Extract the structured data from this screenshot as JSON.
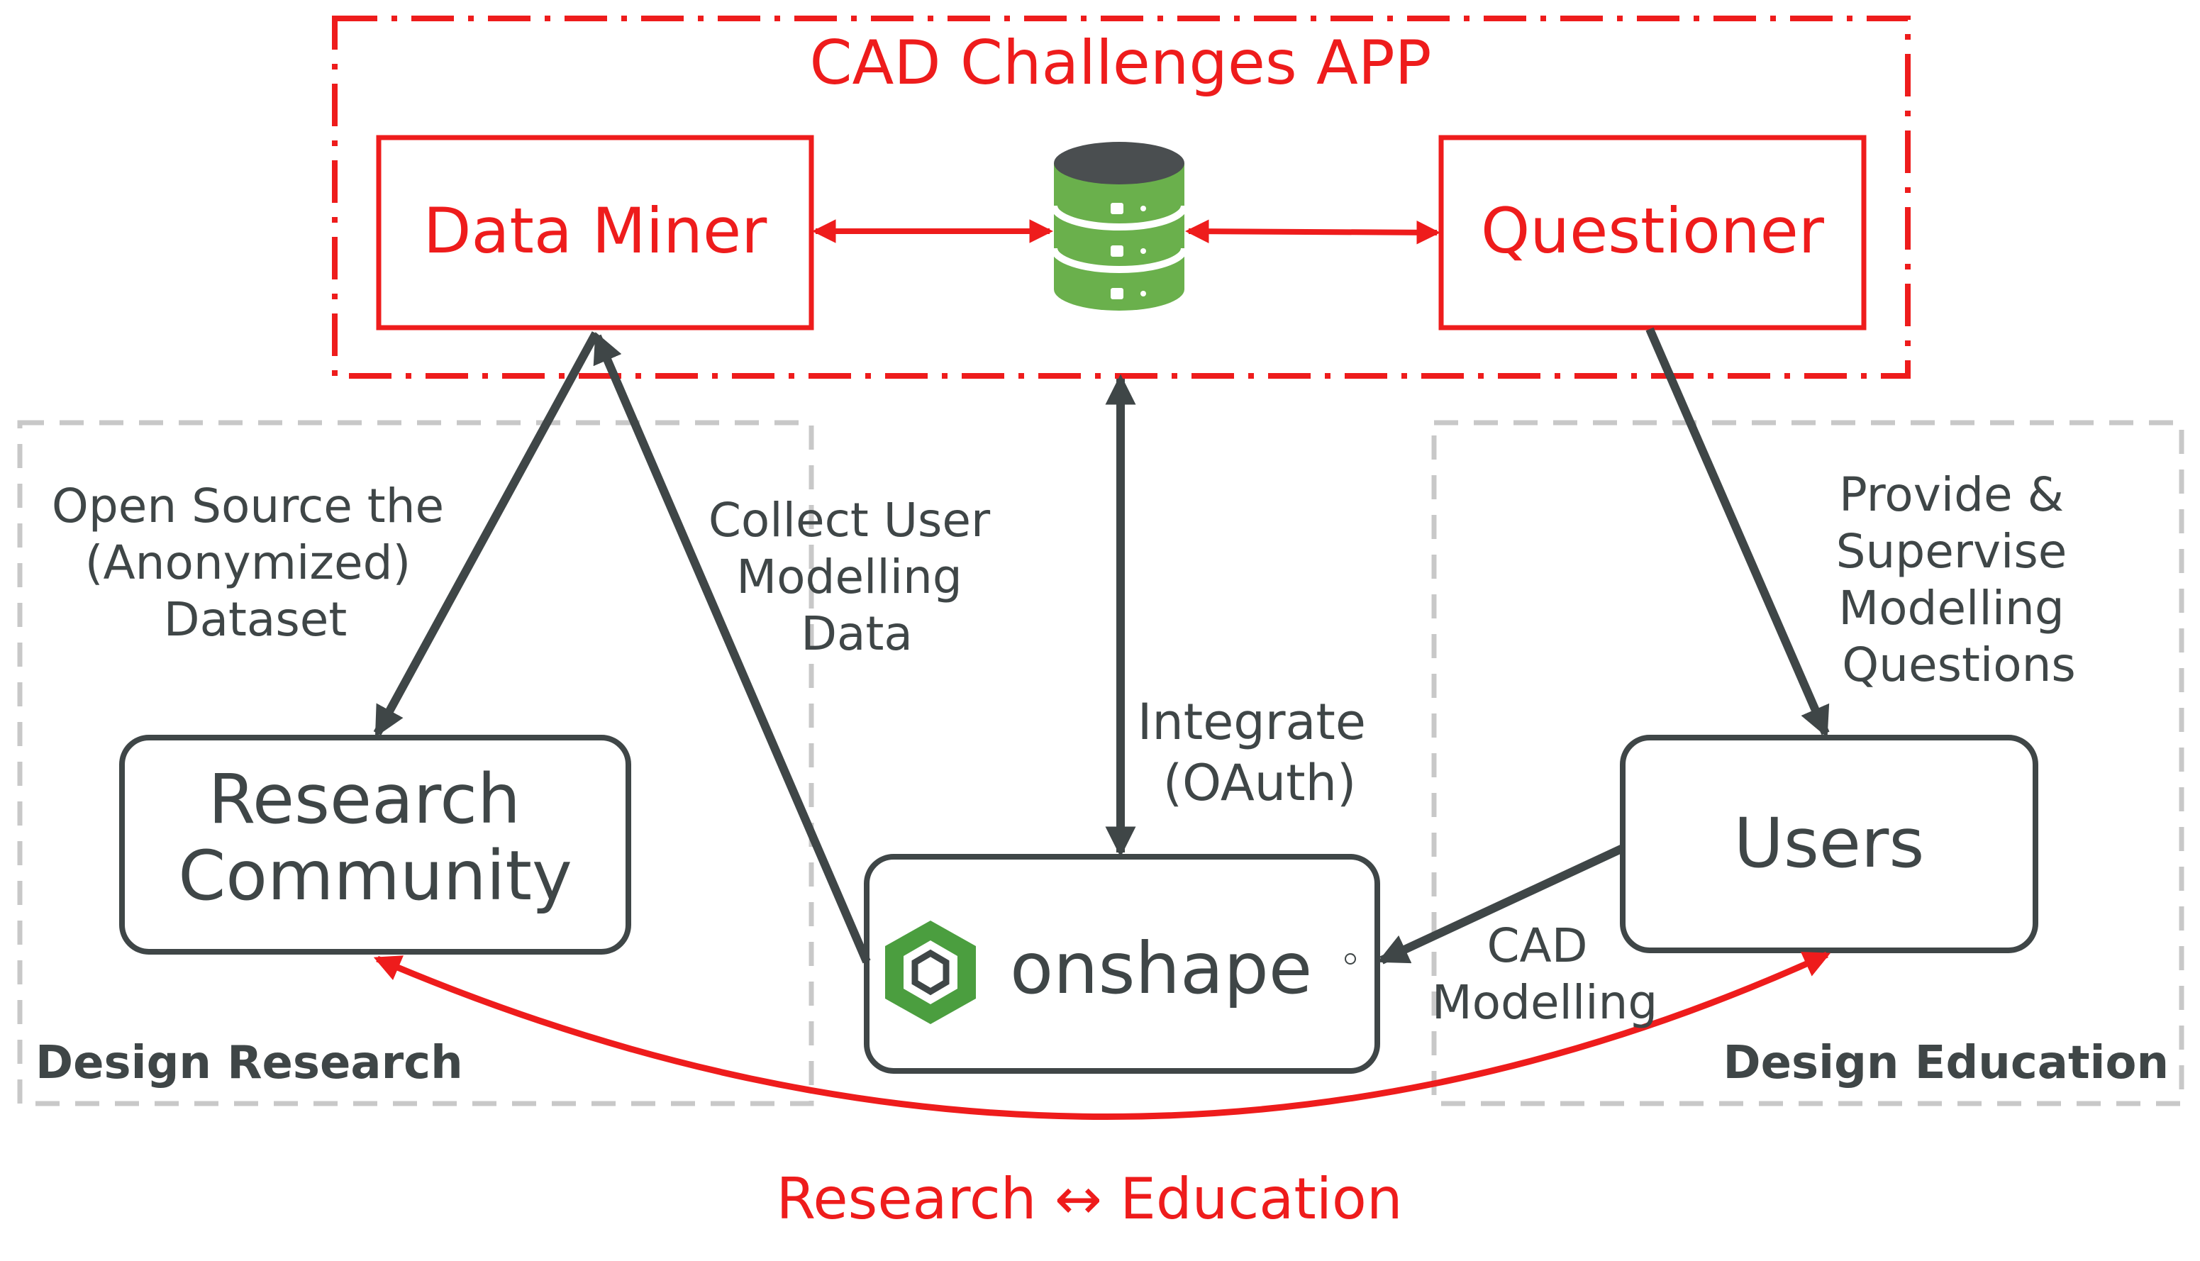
{
  "app": {
    "title": "CAD Challenges APP",
    "data_miner": "Data Miner",
    "questioner": "Questioner"
  },
  "nodes": {
    "research_community": [
      "Research",
      "Community"
    ],
    "users": "Users",
    "onshape_wordmark": "onshape"
  },
  "regions": {
    "design_research": "Design Research",
    "design_education": "Design Education"
  },
  "edges": {
    "open_source": [
      "Open Source the",
      "(Anonymized)",
      "Dataset"
    ],
    "collect": [
      "Collect User",
      "Modelling",
      "Data"
    ],
    "integrate": [
      "Integrate",
      "(OAuth)"
    ],
    "provide": [
      "Provide &",
      "Supervise",
      "Modelling",
      "Questions"
    ],
    "cad_modelling": [
      "CAD",
      "Modelling"
    ],
    "research_education": "Research ↔ Education"
  },
  "icons": {
    "database": "database-icon",
    "onshape_logo": "onshape-logo-icon"
  },
  "colors": {
    "accent_red": "#ee1c1c",
    "dark_gray": "#3f4647",
    "dashed_gray": "#c8c8c8",
    "db_top": "#4a4e50",
    "db_green": "#6ab04c",
    "onshape_green": "#4b9e3f"
  }
}
